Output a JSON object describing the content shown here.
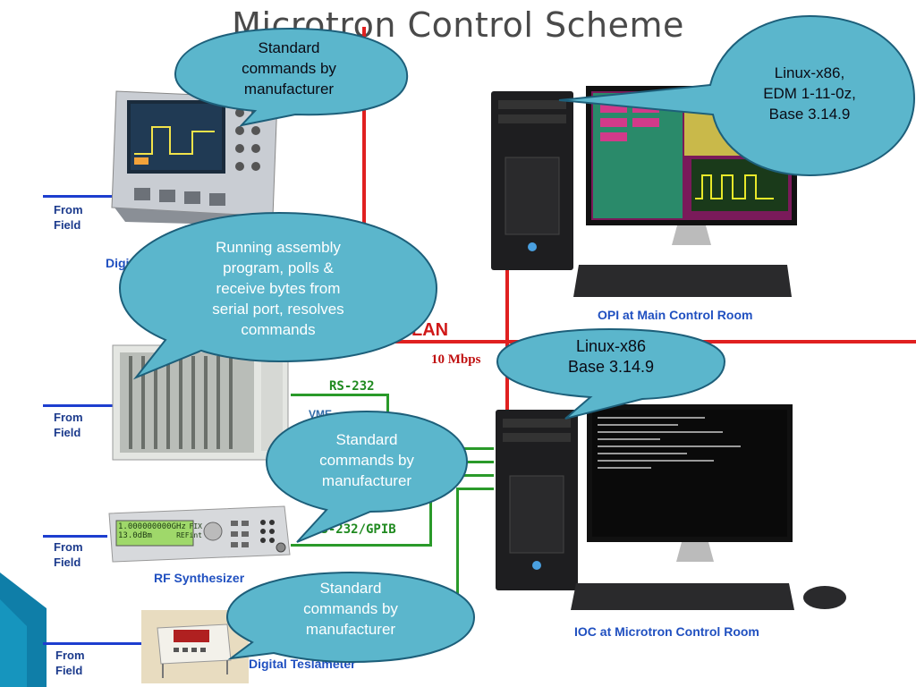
{
  "title": "Microtron Control Scheme",
  "network": {
    "lan_label": "LAN",
    "speed_label": "10 Mbps"
  },
  "ports": {
    "rs232": "RS-232",
    "rs232_gpib": "RS-232/GPIB",
    "rs_partial": "RS"
  },
  "from_field": [
    "From Field",
    "From Field",
    "From Field",
    "From Field"
  ],
  "devices": {
    "oscilloscope": "Digital Storage Oscilloscope",
    "vme": "VME Equipment Controller",
    "rf": "RF Synthesizer",
    "teslameter": "Digital Teslameter",
    "opi": "OPI at Main Control Room",
    "ioc": "IOC at Microtron Control Room"
  },
  "screens": {
    "rf_display_line1": "1.000000000GHz",
    "rf_display_line2": "13.0dBm",
    "rf_flag1": "FIX",
    "rf_flag2": "REFint"
  },
  "callouts": {
    "osc_bubble": [
      "Standard",
      "commands by",
      "manufacturer"
    ],
    "opi_bubble": [
      "Linux-x86,",
      "EDM 1-11-0z,",
      "Base 3.14.9"
    ],
    "vme_bubble": [
      "Running assembly",
      "program,  polls &",
      "receive bytes from",
      "serial port,  resolves",
      "commands"
    ],
    "ioc_bubble": [
      "Linux-x86",
      "Base 3.14.9"
    ],
    "rf_bubble": [
      "Standard",
      "commands by",
      "manufacturer"
    ],
    "tesla_bubble": [
      "Standard",
      "commands by",
      "manufacturer"
    ]
  },
  "colors": {
    "lan": "#e02020",
    "serial": "#2a9a2a",
    "field": "#1d3ecf",
    "bubble": "#5bb6cc"
  }
}
